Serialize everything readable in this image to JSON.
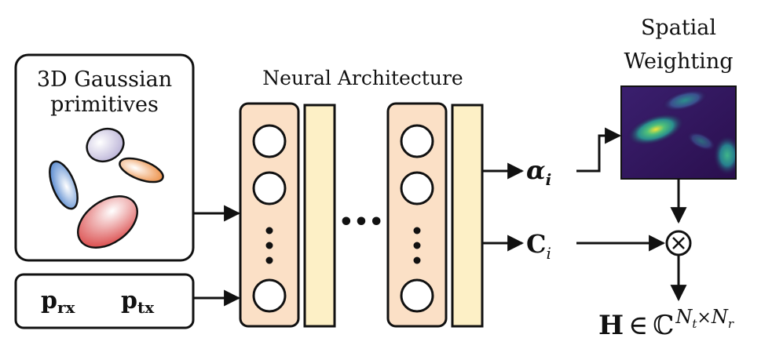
{
  "gaussian_box": {
    "title_line1": "3D Gaussian",
    "title_line2": "primitives"
  },
  "position_box": {
    "rx_base": "p",
    "rx_sub": "rx",
    "tx_base": "p",
    "tx_sub": "tx"
  },
  "network": {
    "title": "Neural Architecture",
    "ellipsis": "•••"
  },
  "outputs": {
    "alpha_base": "α",
    "alpha_sub": "i",
    "c_base": "C",
    "c_sub": "i"
  },
  "spatial": {
    "title_line1": "Spatial",
    "title_line2": "Weighting"
  },
  "operator": {
    "symbol": "⊗"
  },
  "result": {
    "base": "H",
    "in_symbol": "∈",
    "field": "ℂ",
    "sup_nt": "N",
    "sup_nt_sub": "t",
    "times": "×",
    "sup_nr": "N",
    "sup_nr_sub": "r"
  },
  "colors": {
    "layer_fill": "#fbe0c6",
    "dense_fill": "#fdf0c6",
    "stroke": "#111111",
    "ellipse_purple": "#ccc6e0",
    "ellipse_blue": "#5b8fd3",
    "ellipse_orange": "#f2a66b",
    "ellipse_red": "#e06464"
  }
}
